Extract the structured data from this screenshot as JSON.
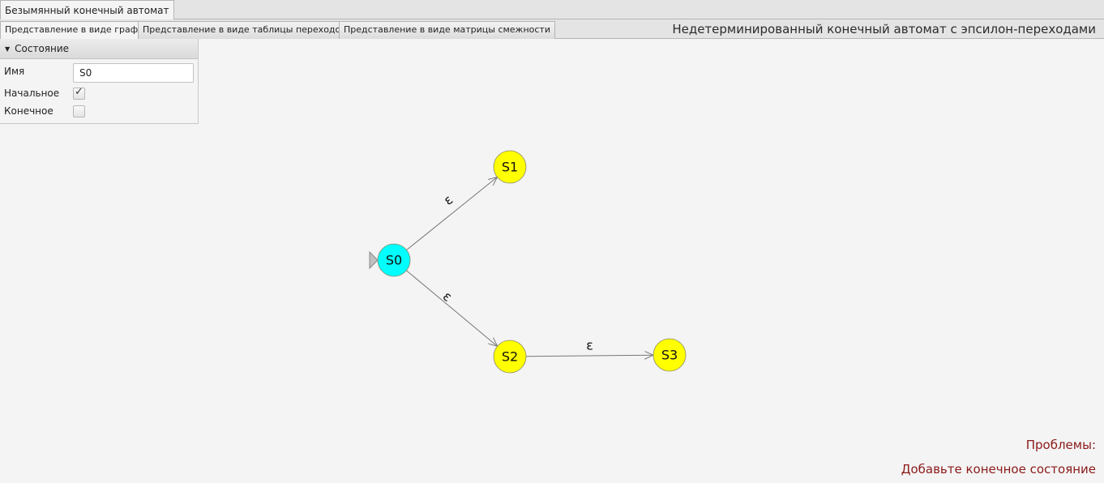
{
  "document_tab": {
    "label": "Безымянный конечный автомат"
  },
  "view_tabs": [
    {
      "label": "Представление в виде графа",
      "active": true
    },
    {
      "label": "Представление в виде таблицы переходов",
      "active": false
    },
    {
      "label": "Представление в виде матрицы смежности",
      "active": false
    }
  ],
  "automaton_type": "Недетерминированный конечный автомат с эпсилон-переходами",
  "state_panel": {
    "title": "Состояние",
    "name_label": "Имя",
    "name_value": "S0",
    "initial_label": "Начальное",
    "initial_checked": true,
    "final_label": "Конечное",
    "final_checked": false
  },
  "graph": {
    "states": [
      {
        "id": "S0",
        "label": "S0",
        "initial": true,
        "final": false,
        "selected": true,
        "color": "#00ffff"
      },
      {
        "id": "S1",
        "label": "S1",
        "initial": false,
        "final": false,
        "selected": false,
        "color": "#ffff00"
      },
      {
        "id": "S2",
        "label": "S2",
        "initial": false,
        "final": false,
        "selected": false,
        "color": "#ffff00"
      },
      {
        "id": "S3",
        "label": "S3",
        "initial": false,
        "final": false,
        "selected": false,
        "color": "#ffff00"
      }
    ],
    "transitions": [
      {
        "from": "S0",
        "to": "S1",
        "label": "ε"
      },
      {
        "from": "S0",
        "to": "S2",
        "label": "ε"
      },
      {
        "from": "S2",
        "to": "S3",
        "label": "ε"
      }
    ]
  },
  "problems": {
    "title": "Проблемы:",
    "items": [
      "Добавьте конечное состояние"
    ]
  },
  "colors": {
    "problem_text": "#8b1a1a",
    "state_selected": "#00ffff",
    "state_default": "#ffff00"
  }
}
